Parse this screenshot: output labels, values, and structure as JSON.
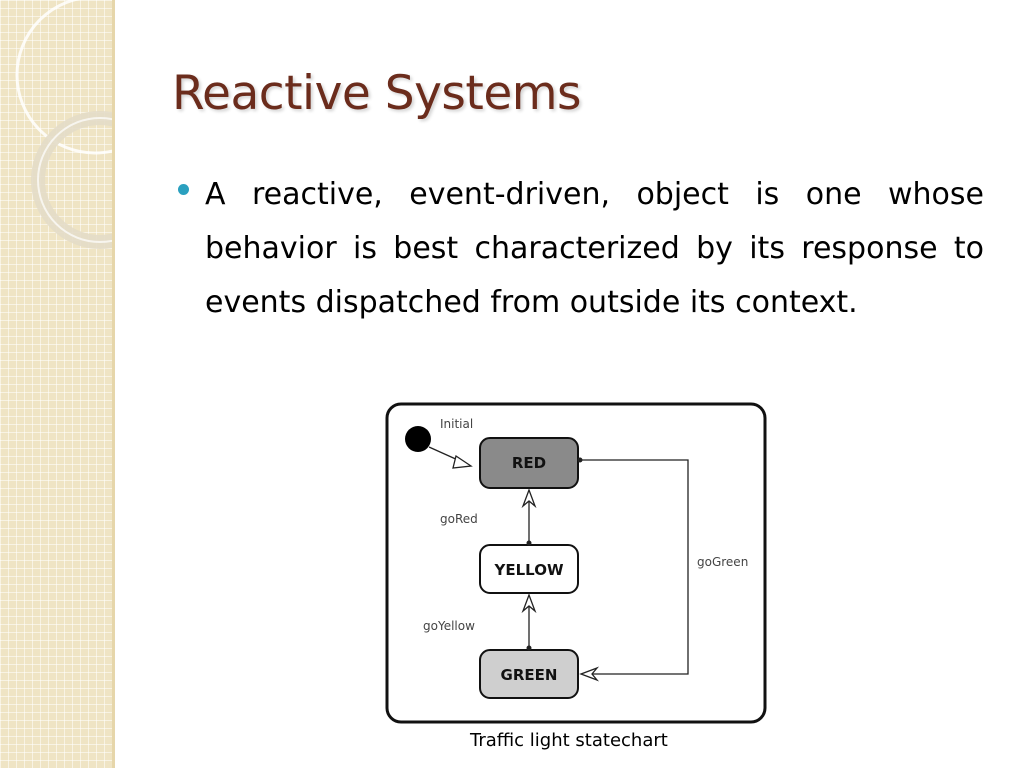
{
  "slide": {
    "title": "Reactive Systems",
    "bullet": "A reactive, event-driven, object is one whose behavior is best characterized by its response to events dispatched from outside its context.",
    "caption": "Traffic light statechart"
  },
  "diagram": {
    "initial_label": "Initial",
    "states": {
      "red": "RED",
      "yellow": "YELLOW",
      "green": "GREEN"
    },
    "transitions": {
      "go_red": "goRed",
      "go_yellow": "goYellow",
      "go_green": "goGreen"
    }
  },
  "colors": {
    "title": "#6b2c1c",
    "bullet": "#2aa0bf",
    "red_state_fill": "#8a8a8a",
    "yellow_state_fill": "#ffffff",
    "green_state_fill": "#cfcfcf"
  }
}
